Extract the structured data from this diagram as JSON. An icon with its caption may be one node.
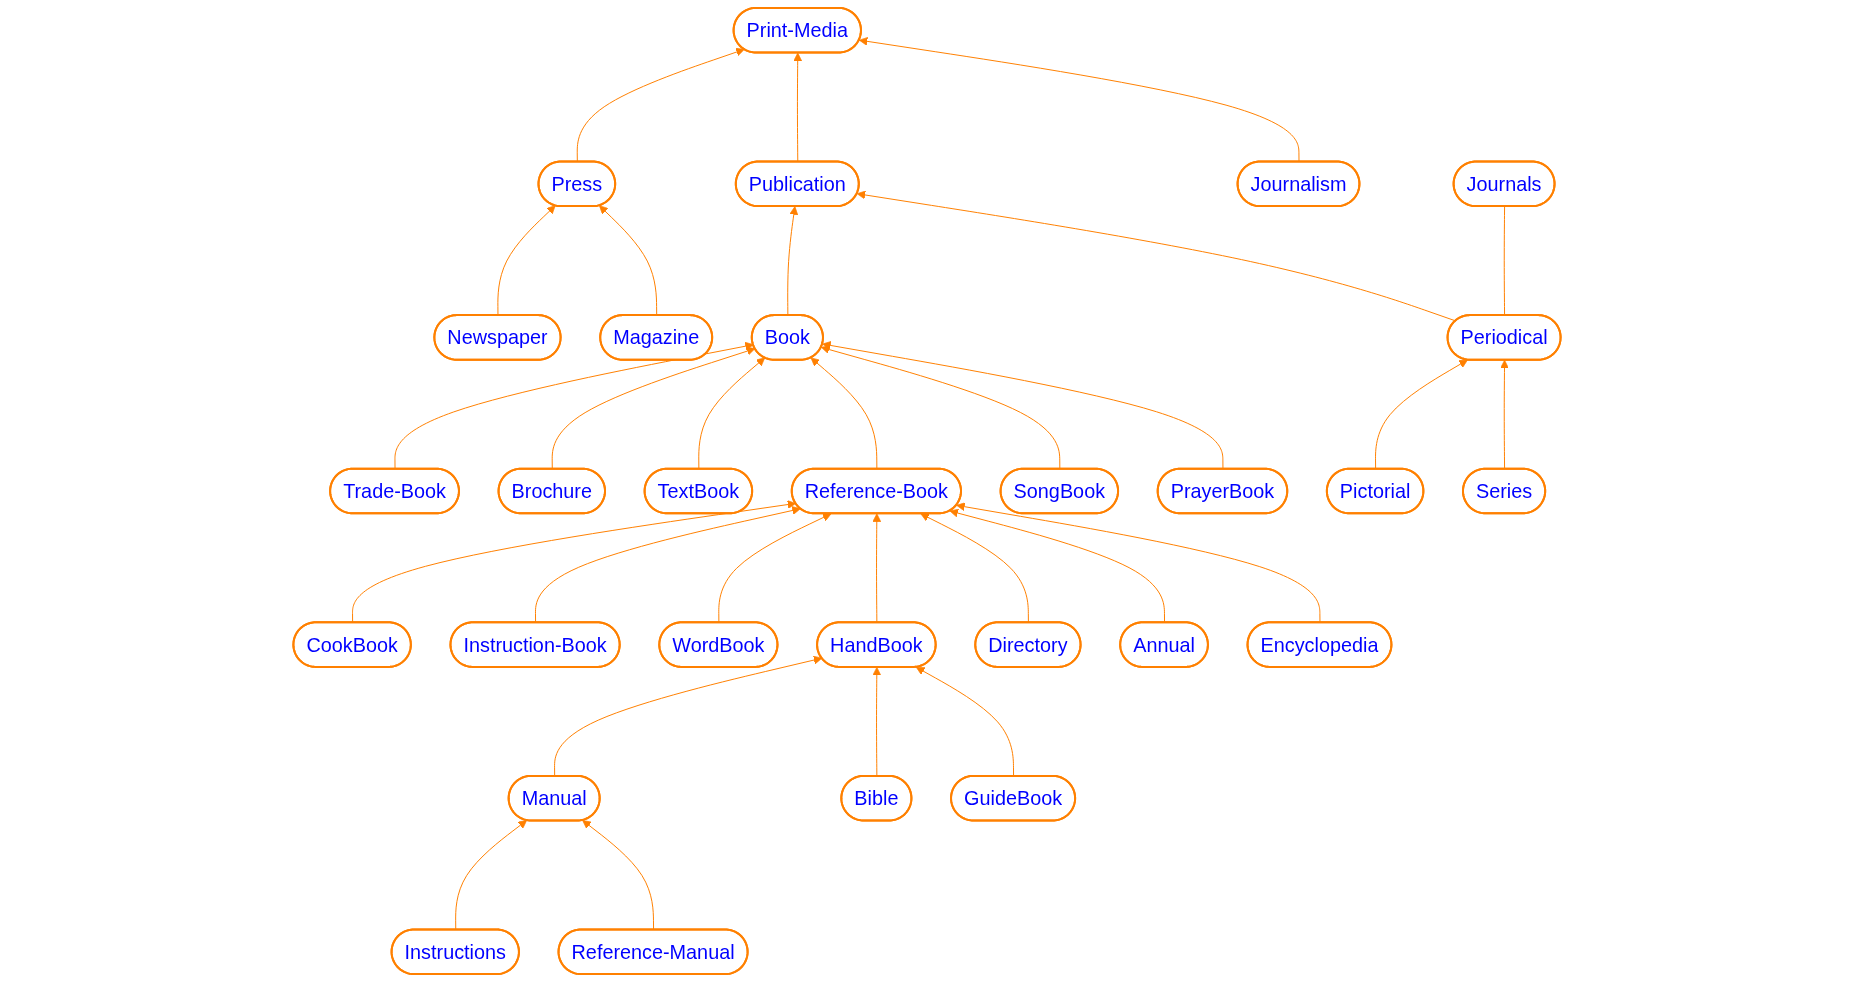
{
  "diagram": {
    "nodes": [
      {
        "text": [
          "Print-Media"
        ]
      },
      {
        "text": [
          "Press"
        ]
      },
      {
        "text": [
          "Publication"
        ]
      },
      {
        "text": [
          "Journalism"
        ]
      },
      {
        "text": [
          "Newspaper"
        ]
      },
      {
        "text": [
          "Magazine"
        ]
      },
      {
        "text": [
          "Book"
        ]
      },
      {
        "text": [
          "Periodical"
        ]
      },
      {
        "text": [
          "Trade-Book"
        ]
      },
      {
        "text": [
          "Brochure"
        ]
      },
      {
        "text": [
          "TextBook"
        ]
      },
      {
        "text": [
          "Pictorial"
        ]
      },
      {
        "text": [
          "Journals"
        ]
      },
      {
        "text": [
          "Series"
        ]
      },
      {
        "text": [
          "SongBook"
        ]
      },
      {
        "text": [
          "PrayerBook"
        ]
      },
      {
        "text": [
          "Reference-Book"
        ]
      },
      {
        "text": [
          "CookBook"
        ]
      },
      {
        "text": [
          "Encyclopedia"
        ]
      },
      {
        "text": [
          "WordBook"
        ]
      },
      {
        "text": [
          "HandBook"
        ]
      },
      {
        "text": [
          "Directory"
        ]
      },
      {
        "text": [
          "Instruction-Book"
        ]
      },
      {
        "text": [
          "Annual"
        ]
      },
      {
        "text": [
          "Manual"
        ]
      },
      {
        "text": [
          "Bible"
        ]
      },
      {
        "text": [
          "GuideBook"
        ]
      },
      {
        "text": [
          "Instructions"
        ]
      },
      {
        "text": [
          "Reference-Manual"
        ]
      }
    ],
    "edges": [
      {
        "from": 1,
        "to": 0,
        "arrow": "to"
      },
      {
        "from": 2,
        "to": 0,
        "arrow": "to"
      },
      {
        "from": 3,
        "to": 0,
        "arrow": "to"
      },
      {
        "from": 4,
        "to": 1,
        "arrow": "to"
      },
      {
        "from": 5,
        "to": 1,
        "arrow": "to"
      },
      {
        "from": 6,
        "to": 2,
        "arrow": "to"
      },
      {
        "from": 7,
        "to": 2,
        "arrow": "to"
      },
      {
        "from": 8,
        "to": 6,
        "arrow": "to"
      },
      {
        "from": 9,
        "to": 6,
        "arrow": "to"
      },
      {
        "from": 10,
        "to": 6,
        "arrow": "to"
      },
      {
        "from": 16,
        "to": 6,
        "arrow": "to"
      },
      {
        "from": 14,
        "to": 6,
        "arrow": "to"
      },
      {
        "from": 15,
        "to": 6,
        "arrow": "to"
      },
      {
        "from": 11,
        "to": 7,
        "arrow": "to"
      },
      {
        "from": 13,
        "to": 7,
        "arrow": "to"
      },
      {
        "from": 7,
        "to": 12,
        "arrow": "none"
      },
      {
        "from": 17,
        "to": 16,
        "arrow": "to"
      },
      {
        "from": 22,
        "to": 16,
        "arrow": "to"
      },
      {
        "from": 19,
        "to": 16,
        "arrow": "to"
      },
      {
        "from": 20,
        "to": 16,
        "arrow": "to"
      },
      {
        "from": 21,
        "to": 16,
        "arrow": "to"
      },
      {
        "from": 23,
        "to": 16,
        "arrow": "to"
      },
      {
        "from": 18,
        "to": 16,
        "arrow": "to"
      },
      {
        "from": 24,
        "to": 20,
        "arrow": "to"
      },
      {
        "from": 25,
        "to": 20,
        "arrow": "to"
      },
      {
        "from": 26,
        "to": 20,
        "arrow": "to"
      },
      {
        "from": 27,
        "to": 24,
        "arrow": "to"
      },
      {
        "from": 28,
        "to": 24,
        "arrow": "to"
      }
    ]
  }
}
